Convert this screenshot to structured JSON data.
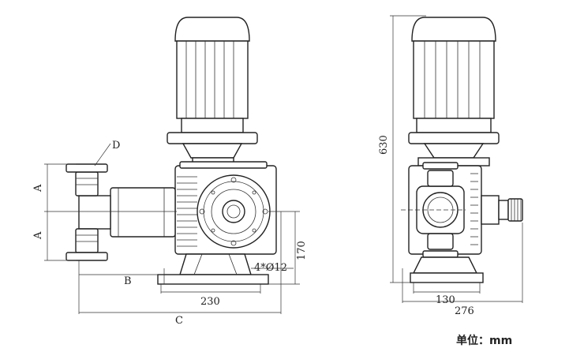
{
  "left_view": {
    "label_D": "D",
    "label_A_top": "A",
    "label_A_bottom": "A",
    "label_B": "B",
    "label_C": "C",
    "dim_230": "230",
    "dim_170": "170",
    "bolt_holes": "4*Ø12"
  },
  "right_view": {
    "dim_630": "630",
    "dim_130": "130",
    "dim_276": "276"
  },
  "unit_label": "单位：mm"
}
